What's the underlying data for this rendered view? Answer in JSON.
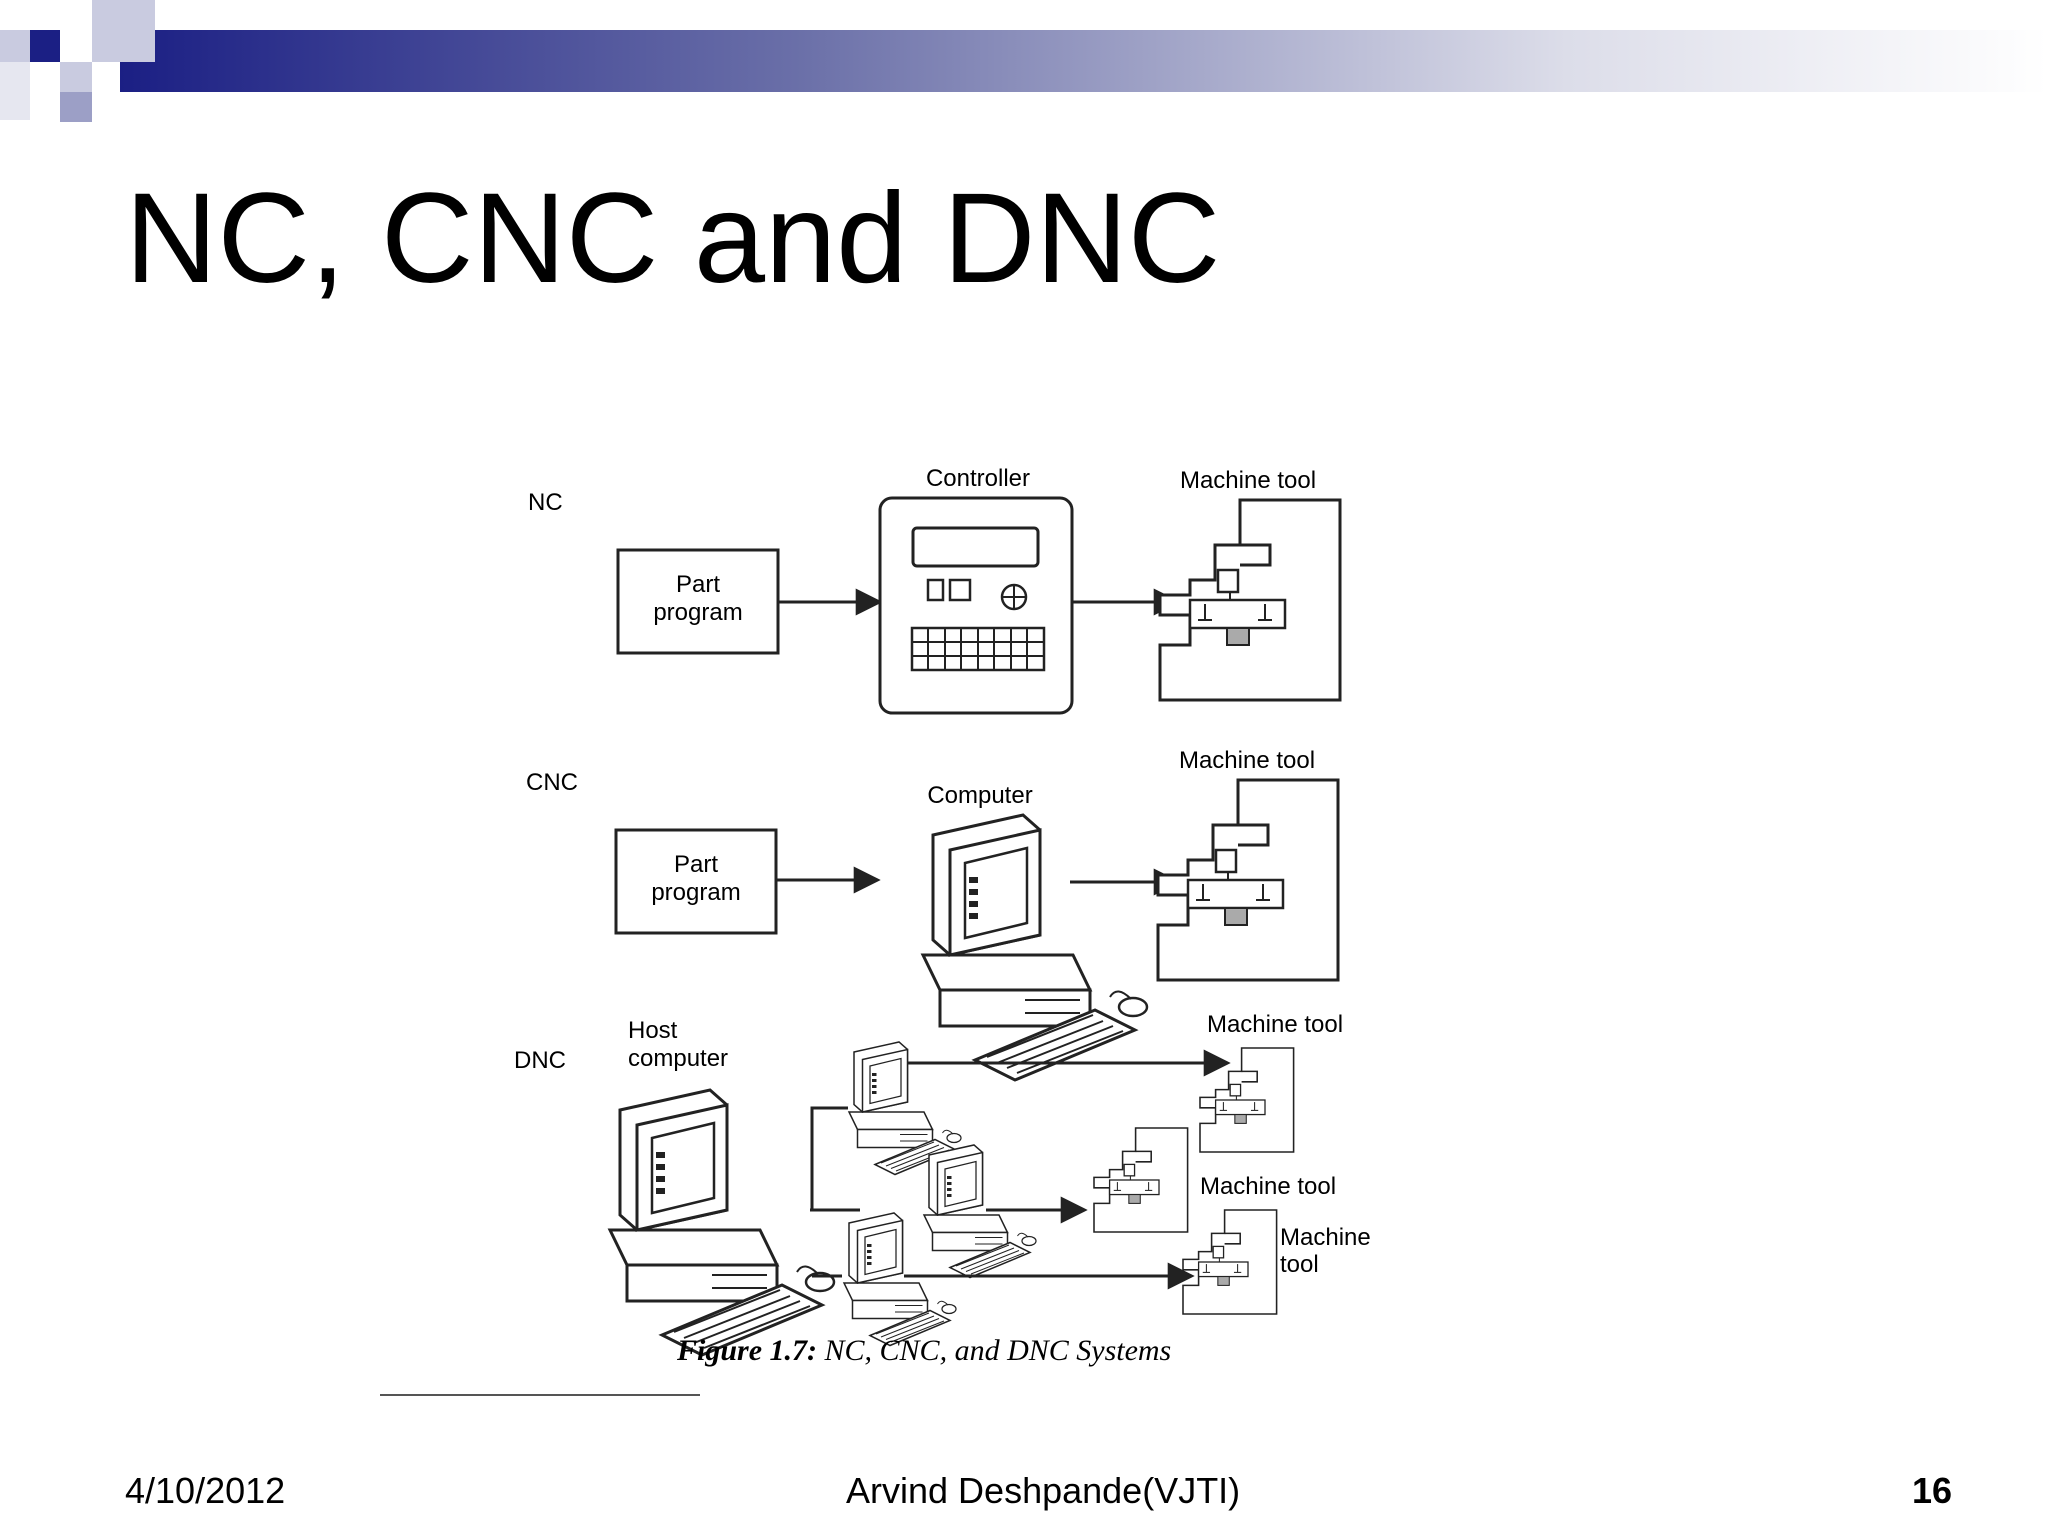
{
  "slide": {
    "title": "NC, CNC and DNC",
    "accent_color": "#1b1f84",
    "footer": {
      "date": "4/10/2012",
      "author": "Arvind Deshpande(VJTI)",
      "page": "16"
    }
  },
  "figure": {
    "caption_bold": "Figure 1.7:",
    "caption_rest": " NC, CNC, and DNC Systems",
    "nc": {
      "label": "NC",
      "part_program_line1": "Part",
      "part_program_line2": "program",
      "controller_label": "Controller",
      "machine_label": "Machine tool"
    },
    "cnc": {
      "label": "CNC",
      "part_program_line1": "Part",
      "part_program_line2": "program",
      "computer_label": "Computer",
      "machine_label": "Machine tool"
    },
    "dnc": {
      "label": "DNC",
      "host_line1": "Host",
      "host_line2": "computer",
      "machine1_label": "Machine tool",
      "machine2_label": "Machine tool",
      "machine3_line1": "Machine",
      "machine3_line2": "tool"
    }
  }
}
